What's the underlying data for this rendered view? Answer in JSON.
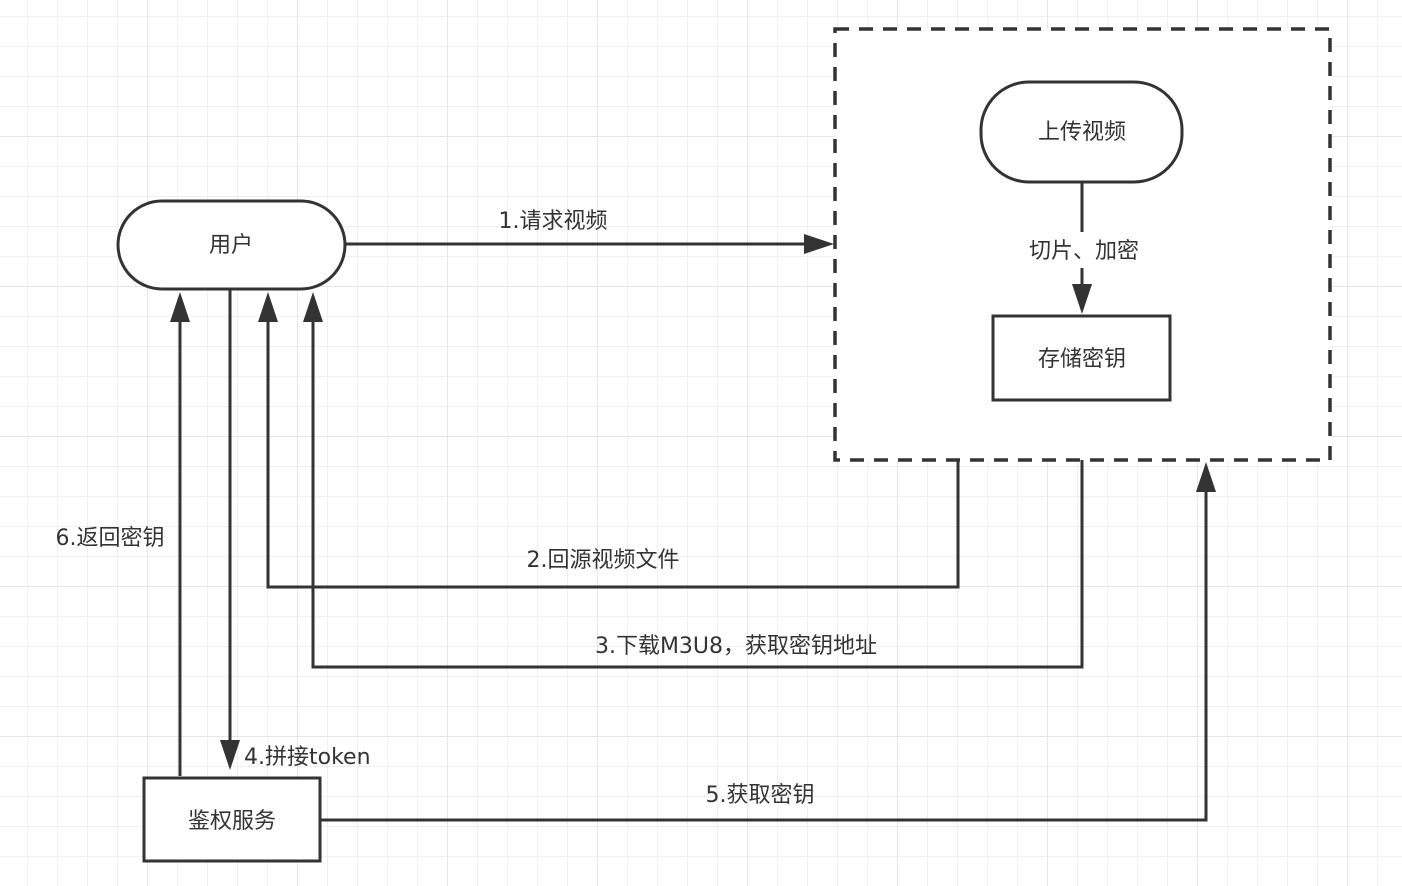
{
  "diagram": {
    "type": "flowchart",
    "colors": {
      "stroke": "#333333",
      "text": "#333333",
      "grid": "#f0f0f0",
      "background": "#ffffff"
    },
    "nodes": {
      "user": {
        "label": "用户",
        "shape": "rounded-pill"
      },
      "auth": {
        "label": "鉴权服务",
        "shape": "rectangle"
      },
      "server_group": {
        "label": "",
        "shape": "dashed-rectangle"
      },
      "upload": {
        "label": "上传视频",
        "shape": "rounded-pill"
      },
      "store": {
        "label": "存储密钥",
        "shape": "rectangle"
      }
    },
    "edges": [
      {
        "id": "e1",
        "from": "user",
        "to": "server_group",
        "label": "1.请求视频"
      },
      {
        "id": "e2",
        "from": "server_group",
        "to": "user",
        "label": "2.回源视频文件"
      },
      {
        "id": "e3",
        "from": "server_group",
        "to": "user",
        "label": "3.下载M3U8，获取密钥地址"
      },
      {
        "id": "e4",
        "from": "user",
        "to": "auth",
        "label": "4.拼接token"
      },
      {
        "id": "e5",
        "from": "auth",
        "to": "server_group",
        "label": "5.获取密钥"
      },
      {
        "id": "e6",
        "from": "auth",
        "to": "user",
        "label": "6.返回密钥"
      },
      {
        "id": "e7",
        "from": "upload",
        "to": "store",
        "label": "切片、加密"
      }
    ]
  }
}
